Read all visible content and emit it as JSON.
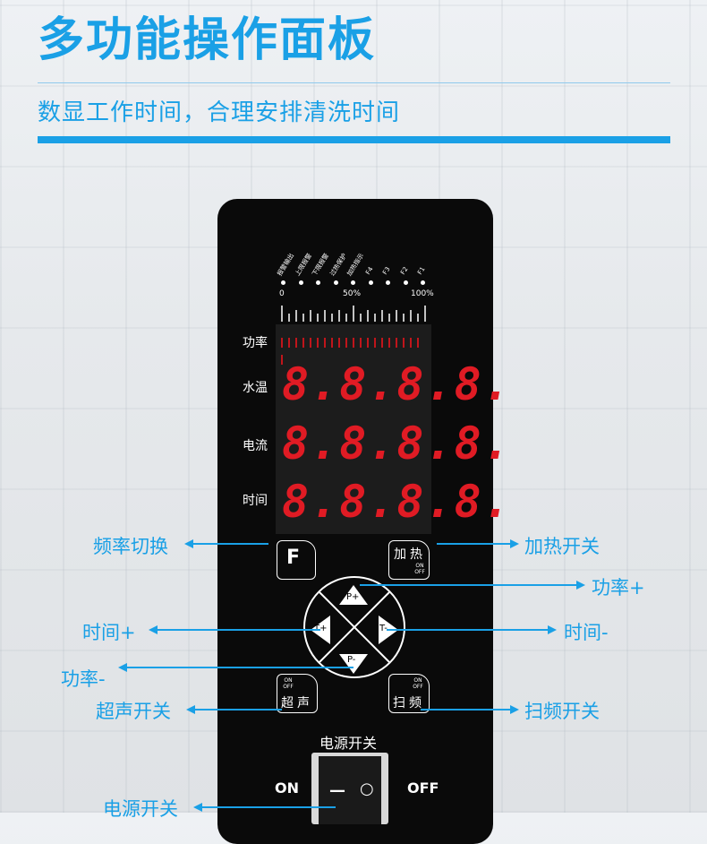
{
  "header": {
    "title": "多功能操作面板",
    "subtitle": "数显工作时间，合理安排清洗时间"
  },
  "indicators": [
    "报警输出",
    "上限报警",
    "下限报警",
    "过热保护",
    "加热指示",
    "F4",
    "F3",
    "F2",
    "F1"
  ],
  "scale": {
    "min": "0",
    "mid": "50%",
    "max": "100%"
  },
  "display": {
    "rows": [
      {
        "label": "功率",
        "value": ""
      },
      {
        "label": "水温",
        "value": "8.8.8.8."
      },
      {
        "label": "电流",
        "value": "8.8.8.8."
      },
      {
        "label": "时间",
        "value": "8.8.8.8."
      }
    ],
    "power_level": 1.0
  },
  "buttons": {
    "f": "F",
    "heat": "加热",
    "ultrasonic": "超声",
    "sweep": "扫频",
    "on": "ON",
    "off": "OFF",
    "dpad_up": "P+",
    "dpad_down": "P-",
    "dpad_left": "T+",
    "dpad_right": "T-"
  },
  "annotations": {
    "freq_switch": "频率切换",
    "heat_switch": "加热开关",
    "power_plus": "功率+",
    "time_plus": "时间+",
    "time_minus": "时间-",
    "power_minus": "功率-",
    "ultrasonic_switch": "超声开关",
    "sweep_switch": "扫频开关",
    "main_power": "电源开关"
  },
  "power_switch": {
    "title": "电源开关",
    "on": "ON",
    "off": "OFF",
    "on_symbol": "—",
    "off_symbol": "○"
  },
  "colors": {
    "accent": "#1aa0e6",
    "panel": "#0a0a0a",
    "segment": "#e01b24"
  }
}
